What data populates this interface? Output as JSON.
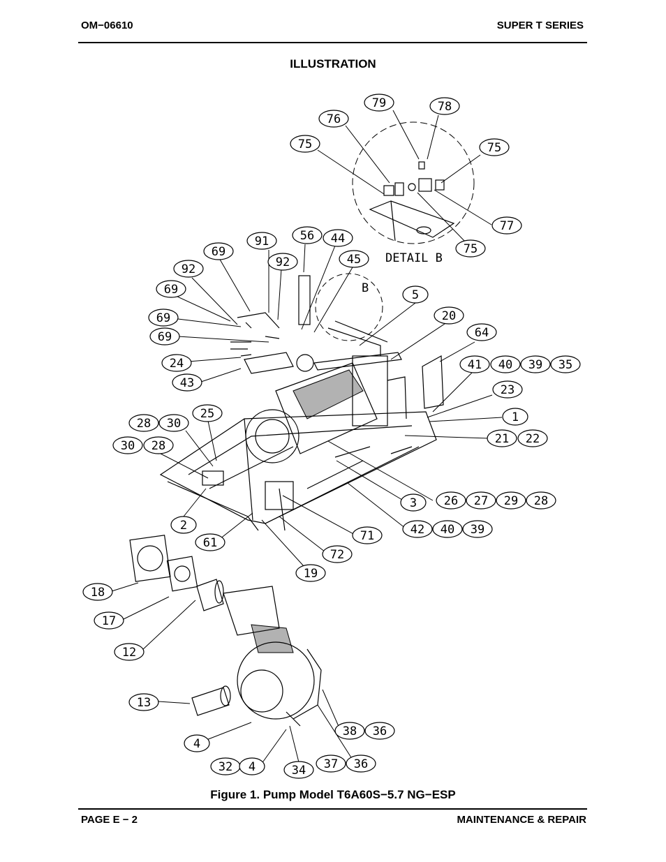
{
  "header": {
    "doc_number": "OM−06610",
    "series": "SUPER T SERIES"
  },
  "section_title": "ILLUSTRATION",
  "detail_label": "DETAIL B",
  "detail_marker": "B",
  "callouts": {
    "c79": "79",
    "c78": "78",
    "c76": "76",
    "c75a": "75",
    "c75b": "75",
    "c77": "77",
    "c75c": "75",
    "c56": "56",
    "c44": "44",
    "c91": "91",
    "c69a": "69",
    "c92a": "92",
    "c92b": "92",
    "c45": "45",
    "c69b": "69",
    "c69c": "69",
    "c69d": "69",
    "c5": "5",
    "c20": "20",
    "c64": "64",
    "c24": "24",
    "c43": "43",
    "c41": "41",
    "c40a": "40",
    "c39a": "39",
    "c35": "35",
    "c23": "23",
    "c1": "1",
    "c21": "21",
    "c22": "22",
    "c28a": "28",
    "c30a": "30",
    "c25": "25",
    "c30b": "30",
    "c28b": "28",
    "c26": "26",
    "c27": "27",
    "c29": "29",
    "c28c": "28",
    "c3": "3",
    "c2": "2",
    "c42": "42",
    "c40b": "40",
    "c39b": "39",
    "c61": "61",
    "c71": "71",
    "c72": "72",
    "c19": "19",
    "c18": "18",
    "c17": "17",
    "c12": "12",
    "c13": "13",
    "c4a": "4",
    "c38": "38",
    "c36a": "36",
    "c32": "32",
    "c4b": "4",
    "c34": "34",
    "c37": "37",
    "c36b": "36"
  },
  "caption": "Figure 1.  Pump Model T6A60S−5.7 NG−ESP",
  "footer": {
    "page": "PAGE E − 2",
    "section": "MAINTENANCE & REPAIR"
  }
}
